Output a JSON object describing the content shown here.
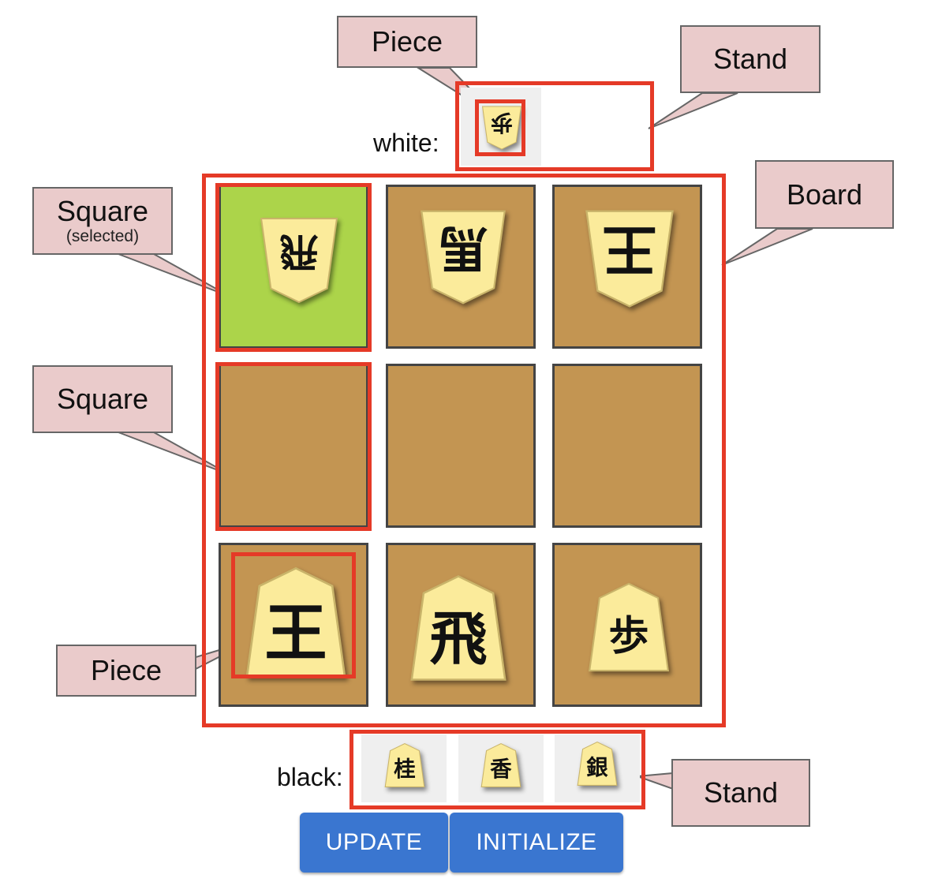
{
  "callouts": {
    "piece_top": "Piece",
    "stand_top": "Stand",
    "board": "Board",
    "square_selected": "Square",
    "square_selected_sub": "(selected)",
    "square": "Square",
    "piece_bottom": "Piece",
    "stand_bottom": "Stand"
  },
  "stands": {
    "white_label": "white:",
    "black_label": "black:",
    "white_pieces": [
      "歩"
    ],
    "black_pieces": [
      "桂",
      "香",
      "銀"
    ]
  },
  "board": {
    "rows": [
      [
        {
          "piece": "飛",
          "owner": "white",
          "selected": true
        },
        {
          "piece": "馬",
          "owner": "white",
          "selected": false
        },
        {
          "piece": "王",
          "owner": "white",
          "selected": false
        }
      ],
      [
        {
          "piece": "",
          "owner": "",
          "selected": false
        },
        {
          "piece": "",
          "owner": "",
          "selected": false
        },
        {
          "piece": "",
          "owner": "",
          "selected": false
        }
      ],
      [
        {
          "piece": "王",
          "owner": "black",
          "selected": false
        },
        {
          "piece": "飛",
          "owner": "black",
          "selected": false
        },
        {
          "piece": "歩",
          "owner": "black",
          "selected": false
        }
      ]
    ]
  },
  "buttons": {
    "update": "UPDATE",
    "initialize": "INITIALIZE"
  },
  "colors": {
    "square": "#c39552",
    "square_selected": "#acd44a",
    "piece_face": "#fbeb9b",
    "highlight": "#e53a27",
    "button": "#3a76d0",
    "callout": "#eacbcb"
  }
}
